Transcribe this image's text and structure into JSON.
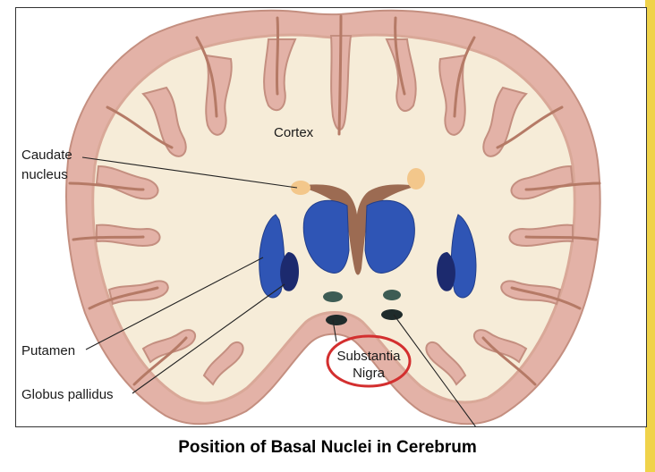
{
  "colors": {
    "accent_bar": "#f0d34a",
    "cortex_gray": "#e3b2a7",
    "sulcus": "#b57a66",
    "white_matter": "#f6ecd8",
    "ventricle": "#9c6b52",
    "caudate_blue": "#2f55b5",
    "putamen_blue": "#2f55b5",
    "globus_pallidus": "#1c2a6e",
    "nucleus_dark_green": "#24433d",
    "substantia_highlight": "#d32f2f"
  },
  "labels": {
    "cortex": "Cortex",
    "caudate_line1": "Caudate",
    "caudate_line2": "nucleus",
    "putamen": "Putamen",
    "globus_pallidus": "Globus pallidus",
    "substantia_line1": "Substantia",
    "substantia_line2": "Nigra"
  },
  "caption": "Position of Basal Nuclei in Cerebrum"
}
